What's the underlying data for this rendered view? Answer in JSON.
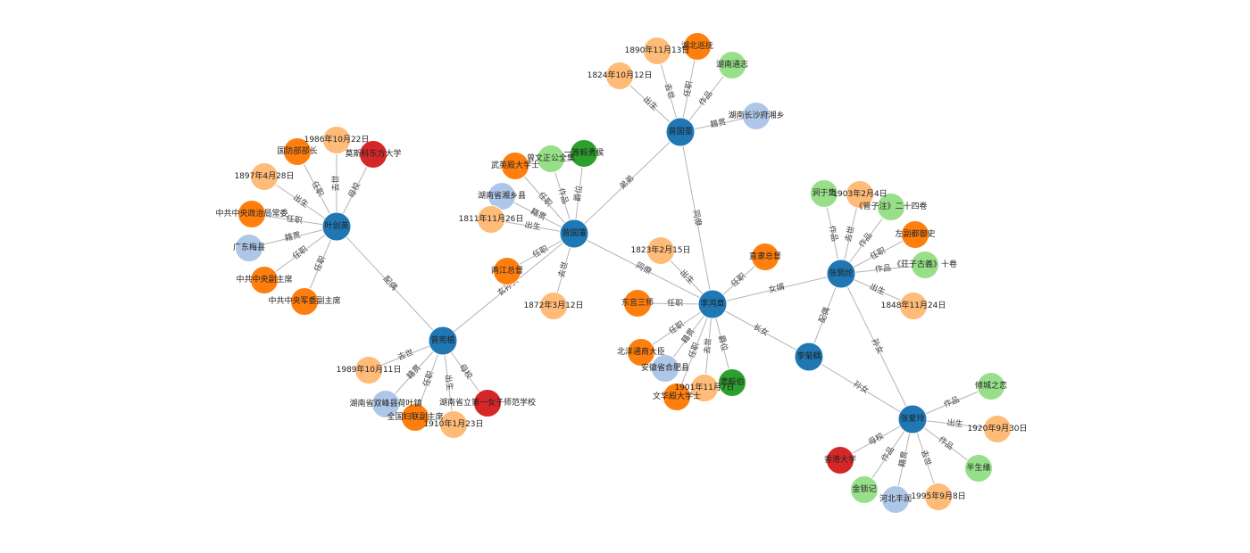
{
  "colors": {
    "person": "#1f77b4",
    "position": "#ff7f0e",
    "date": "#ffbb78",
    "place": "#aec7e8",
    "work": "#98df8a",
    "title": "#2ca02c",
    "school": "#d62728"
  },
  "nodes": [
    {
      "id": "yjy",
      "name": "叶剑英",
      "type": "person"
    },
    {
      "id": "zxz",
      "name": "曾宪植",
      "type": "person"
    },
    {
      "id": "zgf",
      "name": "曾国藩",
      "type": "person"
    },
    {
      "id": "zgq",
      "name": "曾国荃",
      "type": "person"
    },
    {
      "id": "lhz",
      "name": "李鸿章",
      "type": "person"
    },
    {
      "id": "zpl",
      "name": "张佩纶",
      "type": "person"
    },
    {
      "id": "ljo",
      "name": "李菊耦",
      "type": "person"
    },
    {
      "id": "zal",
      "name": "张爱玲",
      "type": "person"
    },
    {
      "id": "y1",
      "name": "国防部部长",
      "type": "position"
    },
    {
      "id": "y2",
      "name": "1986年10月22日",
      "type": "date"
    },
    {
      "id": "y3",
      "name": "莫斯科东方大学",
      "type": "school"
    },
    {
      "id": "y4",
      "name": "1897年4月28日",
      "type": "date"
    },
    {
      "id": "y5",
      "name": "中共中央政治局常委",
      "type": "position"
    },
    {
      "id": "y6",
      "name": "广东梅县",
      "type": "place"
    },
    {
      "id": "y7",
      "name": "中共中央副主席",
      "type": "position"
    },
    {
      "id": "y8",
      "name": "中共中央军委副主席",
      "type": "position"
    },
    {
      "id": "x1",
      "name": "1989年10月11日",
      "type": "date"
    },
    {
      "id": "x2",
      "name": "湖南省双峰县荷叶镇",
      "type": "place"
    },
    {
      "id": "x3",
      "name": "全国妇联副主席",
      "type": "position"
    },
    {
      "id": "x4",
      "name": "1910年1月23日",
      "type": "date"
    },
    {
      "id": "x5",
      "name": "湖南省立第一女子师范学校",
      "type": "school"
    },
    {
      "id": "f1",
      "name": "武英殿大学士",
      "type": "position"
    },
    {
      "id": "f2",
      "name": "曾文正公全集",
      "type": "work"
    },
    {
      "id": "f3",
      "name": "一等毅勇侯",
      "type": "title"
    },
    {
      "id": "f4",
      "name": "湖南省湘乡县",
      "type": "place"
    },
    {
      "id": "f5",
      "name": "1811年11月26日",
      "type": "date"
    },
    {
      "id": "f6",
      "name": "两江总督",
      "type": "position"
    },
    {
      "id": "f7",
      "name": "1872年3月12日",
      "type": "date"
    },
    {
      "id": "q1",
      "name": "1824年10月12日",
      "type": "date"
    },
    {
      "id": "q2",
      "name": "1890年11月13日",
      "type": "date"
    },
    {
      "id": "q3",
      "name": "湖北巡抚",
      "type": "position"
    },
    {
      "id": "q4",
      "name": "湖南通志",
      "type": "work"
    },
    {
      "id": "q5",
      "name": "湖南长沙府湘乡",
      "type": "place"
    },
    {
      "id": "l1",
      "name": "1823年2月15日",
      "type": "date"
    },
    {
      "id": "l2",
      "name": "直隶总督",
      "type": "position"
    },
    {
      "id": "l3",
      "name": "东宫三师",
      "type": "position"
    },
    {
      "id": "l4",
      "name": "北洋通商大臣",
      "type": "position"
    },
    {
      "id": "l5",
      "name": "安徽省合肥县",
      "type": "place"
    },
    {
      "id": "l6",
      "name": "文华殿大学士",
      "type": "position"
    },
    {
      "id": "l7",
      "name": "1901年11月7日",
      "type": "date"
    },
    {
      "id": "l8",
      "name": "肃毅伯",
      "type": "title"
    },
    {
      "id": "p1",
      "name": "涧于集",
      "type": "work"
    },
    {
      "id": "p2",
      "name": "1903年2月4日",
      "type": "date"
    },
    {
      "id": "p3",
      "name": "《管子注》二十四卷",
      "type": "work"
    },
    {
      "id": "p4",
      "name": "左副都御史",
      "type": "position"
    },
    {
      "id": "p5",
      "name": "《荘子古義》十卷",
      "type": "work"
    },
    {
      "id": "p6",
      "name": "1848年11月24日",
      "type": "date"
    },
    {
      "id": "a1",
      "name": "倾城之恋",
      "type": "work"
    },
    {
      "id": "a2",
      "name": "1920年9月30日",
      "type": "date"
    },
    {
      "id": "a3",
      "name": "半生缘",
      "type": "work"
    },
    {
      "id": "a4",
      "name": "1995年9月8日",
      "type": "date"
    },
    {
      "id": "a5",
      "name": "河北丰润",
      "type": "place"
    },
    {
      "id": "a6",
      "name": "金锁记",
      "type": "work"
    },
    {
      "id": "a7",
      "name": "香港大学",
      "type": "school"
    }
  ],
  "links": [
    {
      "s": "yjy",
      "t": "y1",
      "label": "任职"
    },
    {
      "s": "yjy",
      "t": "y2",
      "label": "去世"
    },
    {
      "s": "yjy",
      "t": "y3",
      "label": "母校"
    },
    {
      "s": "yjy",
      "t": "y4",
      "label": "出生"
    },
    {
      "s": "yjy",
      "t": "y5",
      "label": "任职"
    },
    {
      "s": "yjy",
      "t": "y6",
      "label": "籍贯"
    },
    {
      "s": "yjy",
      "t": "y7",
      "label": "任职"
    },
    {
      "s": "yjy",
      "t": "y8",
      "label": "任职"
    },
    {
      "s": "yjy",
      "t": "zxz",
      "label": "配偶"
    },
    {
      "s": "zxz",
      "t": "x1",
      "label": "去世"
    },
    {
      "s": "zxz",
      "t": "x2",
      "label": "籍贯"
    },
    {
      "s": "zxz",
      "t": "x3",
      "label": "任职"
    },
    {
      "s": "zxz",
      "t": "x4",
      "label": "出生"
    },
    {
      "s": "zxz",
      "t": "x5",
      "label": "母校"
    },
    {
      "s": "zgf",
      "t": "zxz",
      "label": "玄孙女"
    },
    {
      "s": "zgf",
      "t": "f1",
      "label": "任职"
    },
    {
      "s": "zgf",
      "t": "f2",
      "label": "作品"
    },
    {
      "s": "zgf",
      "t": "f3",
      "label": "爵位"
    },
    {
      "s": "zgf",
      "t": "f4",
      "label": "籍贯"
    },
    {
      "s": "zgf",
      "t": "f5",
      "label": "出生"
    },
    {
      "s": "zgf",
      "t": "f6",
      "label": "任职"
    },
    {
      "s": "zgf",
      "t": "f7",
      "label": "去世"
    },
    {
      "s": "zgf",
      "t": "zgq",
      "label": "弟弟"
    },
    {
      "s": "zgf",
      "t": "lhz",
      "label": "同僚"
    },
    {
      "s": "zgq",
      "t": "q1",
      "label": "出生"
    },
    {
      "s": "zgq",
      "t": "q2",
      "label": "去世"
    },
    {
      "s": "zgq",
      "t": "q3",
      "label": "任职"
    },
    {
      "s": "zgq",
      "t": "q4",
      "label": "作品"
    },
    {
      "s": "zgq",
      "t": "q5",
      "label": "籍贯"
    },
    {
      "s": "zgq",
      "t": "lhz",
      "label": "同僚"
    },
    {
      "s": "lhz",
      "t": "l1",
      "label": "出生"
    },
    {
      "s": "lhz",
      "t": "l2",
      "label": "任职"
    },
    {
      "s": "lhz",
      "t": "l3",
      "label": "任职"
    },
    {
      "s": "lhz",
      "t": "l4",
      "label": "任职"
    },
    {
      "s": "lhz",
      "t": "l5",
      "label": "籍贯"
    },
    {
      "s": "lhz",
      "t": "l6",
      "label": "任职"
    },
    {
      "s": "lhz",
      "t": "l7",
      "label": "去世"
    },
    {
      "s": "lhz",
      "t": "l8",
      "label": "爵位"
    },
    {
      "s": "lhz",
      "t": "zpl",
      "label": "女婿"
    },
    {
      "s": "lhz",
      "t": "ljo",
      "label": "长女"
    },
    {
      "s": "zpl",
      "t": "p1",
      "label": "作品"
    },
    {
      "s": "zpl",
      "t": "p2",
      "label": "去世"
    },
    {
      "s": "zpl",
      "t": "p3",
      "label": "作品"
    },
    {
      "s": "zpl",
      "t": "p4",
      "label": "任职"
    },
    {
      "s": "zpl",
      "t": "p5",
      "label": "作品"
    },
    {
      "s": "zpl",
      "t": "p6",
      "label": "出生"
    },
    {
      "s": "zpl",
      "t": "ljo",
      "label": "配偶"
    },
    {
      "s": "zpl",
      "t": "zal",
      "label": "孙女"
    },
    {
      "s": "ljo",
      "t": "zal",
      "label": "孙女"
    },
    {
      "s": "zal",
      "t": "a1",
      "label": "作品"
    },
    {
      "s": "zal",
      "t": "a2",
      "label": "出生"
    },
    {
      "s": "zal",
      "t": "a3",
      "label": "作品"
    },
    {
      "s": "zal",
      "t": "a4",
      "label": "去世"
    },
    {
      "s": "zal",
      "t": "a5",
      "label": "籍贯"
    },
    {
      "s": "zal",
      "t": "a6",
      "label": "作品"
    },
    {
      "s": "zal",
      "t": "a7",
      "label": "母校"
    }
  ]
}
